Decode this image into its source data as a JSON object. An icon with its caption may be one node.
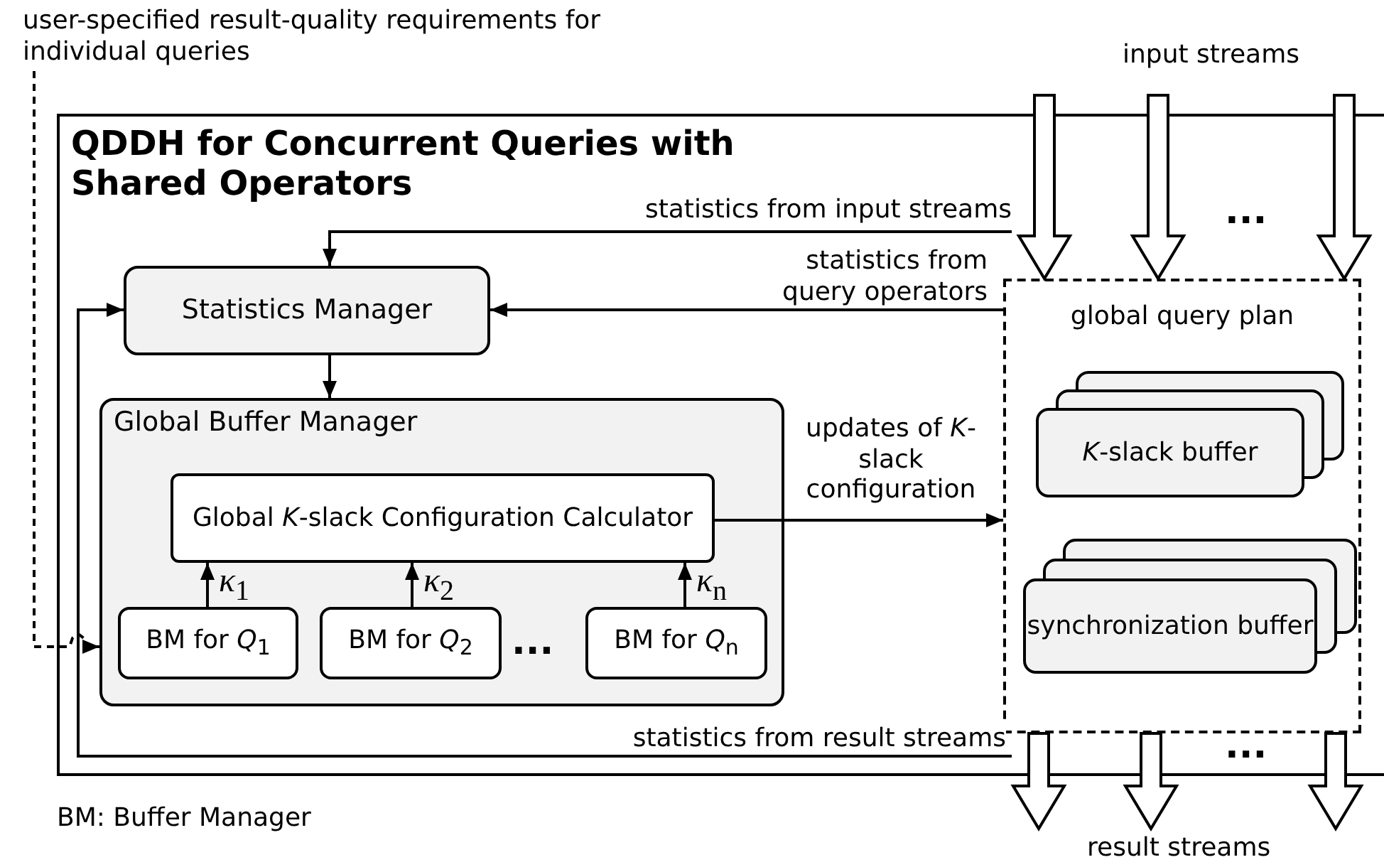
{
  "diagram": {
    "nodes": [
      {
        "text": [
          "QDDH for Concurrent Queries with Shared Operators"
        ]
      },
      {
        "text": [
          "Statistics Manager"
        ],
        "in": 0
      },
      {
        "text": [
          "Global Buffer Manager"
        ],
        "in": 0
      },
      {
        "text": [
          "Global *K*-slack Configuration Calculator"
        ],
        "in": 2
      },
      {
        "text": [
          "BM for *Q*$_{1}$"
        ],
        "in": 2
      },
      {
        "text": [
          "BM for *Q*$_{2}$"
        ],
        "in": 2
      },
      {
        "text": [
          "BM for *Q*$_{n}$"
        ],
        "in": 2
      },
      {
        "text": [
          "global query plan"
        ],
        "in": 0
      },
      {
        "text": [
          "*K*-slack buffer"
        ],
        "in": 7
      },
      {
        "text": [
          "synchronization buffer"
        ],
        "in": 7
      },
      {
        "text": [
          "user-specified result-quality requirements for individual queries"
        ]
      }
    ],
    "edges": [
      {
        "from": null,
        "to": 1,
        "arrow": "to",
        "label": "statistics from input streams"
      },
      {
        "from": 7,
        "to": 1,
        "arrow": "to",
        "label": "statistics from query operators"
      },
      {
        "from": 1,
        "to": 2,
        "arrow": "to"
      },
      {
        "from": 3,
        "to": 7,
        "arrow": "to",
        "label": "updates of *K*-slack configuration"
      },
      {
        "from": 4,
        "to": 3,
        "arrow": "to",
        "label": "*κ*$_{1}$"
      },
      {
        "from": 5,
        "to": 3,
        "arrow": "to",
        "label": "*κ*$_{2}$"
      },
      {
        "from": 6,
        "to": 3,
        "arrow": "to",
        "label": "*κ*$_{n}$"
      },
      {
        "from": 10,
        "to": 2,
        "arrow": "to",
        "style": "dashed"
      },
      {
        "from": null,
        "to": 1,
        "arrow": "to",
        "label": "statistics from result streams"
      },
      {
        "from": null,
        "to": 7,
        "arrow": "to",
        "style": "thick"
      },
      {
        "from": null,
        "to": 7,
        "arrow": "to",
        "style": "thick"
      },
      {
        "from": null,
        "to": 7,
        "arrow": "to",
        "style": "thick"
      },
      {
        "from": 7,
        "to": null,
        "arrow": "to",
        "style": "thick"
      },
      {
        "from": 7,
        "to": null,
        "arrow": "to",
        "style": "thick"
      },
      {
        "from": 7,
        "to": null,
        "arrow": "to",
        "style": "thick"
      }
    ],
    "labels": [
      "input streams",
      "...",
      "...",
      "...",
      "BM: Buffer Manager",
      "result streams"
    ]
  }
}
